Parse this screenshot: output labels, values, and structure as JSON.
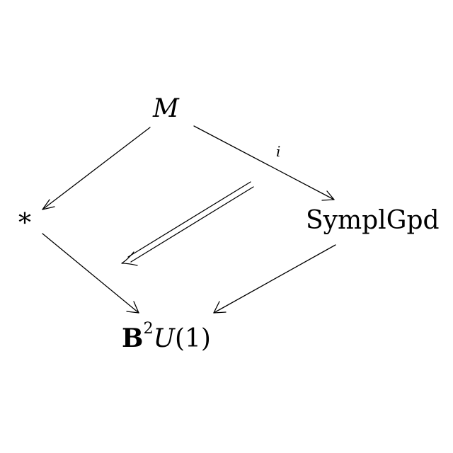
{
  "nodes": {
    "m": "M",
    "star": "*",
    "sympl": "SymplGpd",
    "b2u1": {
      "bold": "B",
      "sup": "2",
      "var": "U",
      "arg": "(1)"
    }
  },
  "arrows": {
    "i_label": "i"
  }
}
